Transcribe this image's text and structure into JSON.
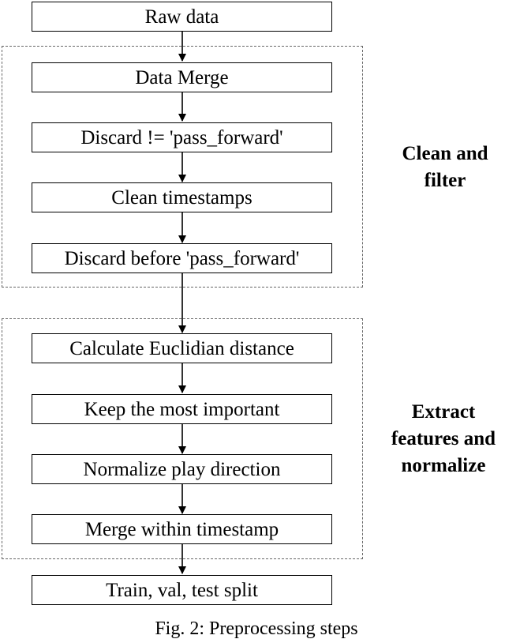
{
  "steps": [
    "Raw data",
    "Data Merge",
    "Discard != 'pass_forward'",
    "Clean timestamps",
    "Discard before 'pass_forward'",
    "Calculate Euclidian distance",
    "Keep the most important",
    "Normalize play direction",
    "Merge within timestamp",
    "Train, val, test split"
  ],
  "groups": [
    {
      "label_lines": [
        "Clean and",
        "filter"
      ]
    },
    {
      "label_lines": [
        "Extract",
        "features and",
        "normalize"
      ]
    }
  ],
  "caption": "Fig. 2: Preprocessing steps"
}
